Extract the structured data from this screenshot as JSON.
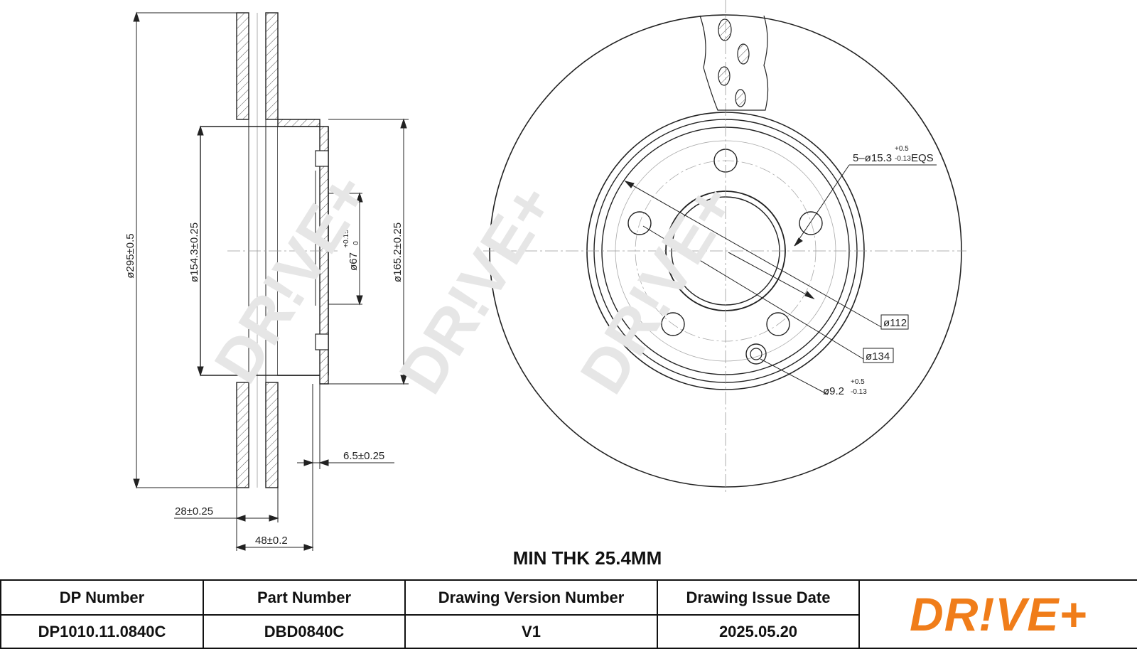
{
  "drawing": {
    "dimensions": {
      "outer_diameter": "ø295±0.5",
      "inner_diameter": "ø154.3±0.25",
      "centre_bore": "ø67",
      "centre_bore_tol_upper": "+0.15",
      "centre_bore_tol_lower": "0",
      "hat_diameter": "ø165.2±0.25",
      "hat_thickness": "6.5±0.25",
      "disc_thickness": "28±0.25",
      "overall_height": "48±0.2",
      "bolt_holes": "5–ø15.3",
      "bolt_holes_tol_upper": "+0.5",
      "bolt_holes_tol_lower": "-0.13",
      "bolt_holes_suffix": "EQS",
      "pcd": "ø112",
      "outer_ring": "ø134",
      "small_hole": "ø9.2",
      "small_hole_tol_upper": "+0.5",
      "small_hole_tol_lower": "-0.13"
    },
    "watermark": "DR!VE+",
    "min_thickness_note": "MIN THK 25.4MM"
  },
  "title_block": {
    "headers": [
      "DP Number",
      "Part Number",
      "Drawing Version Number",
      "Drawing Issue Date"
    ],
    "values": [
      "DP1010.11.0840C",
      "DBD0840C",
      "V1",
      "2025.05.20"
    ],
    "logo": "DR!VE+",
    "logo_color": "#f07d1a"
  }
}
